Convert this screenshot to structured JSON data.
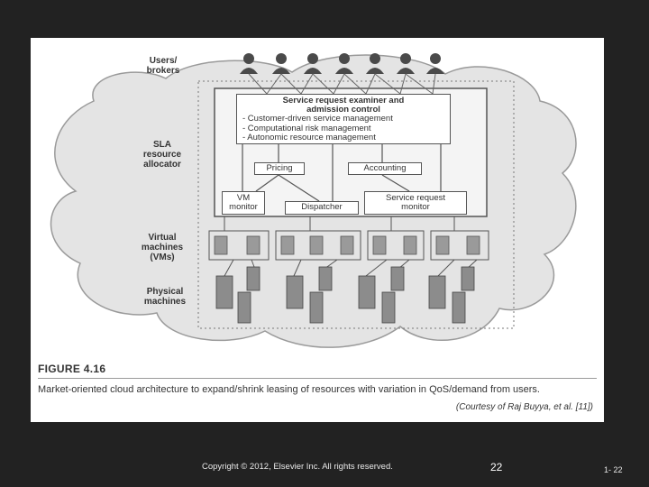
{
  "figure": {
    "labels": {
      "users": "Users/\nbrokers",
      "sla": "SLA\nresource\nallocator",
      "virtual": "Virtual\nmachines\n(VMs)",
      "physical": "Physical\nmachines"
    },
    "examiner": {
      "title": "Service request examiner and\nadmission control",
      "items": [
        "- Customer-driven service management",
        "- Computational risk management",
        "- Autonomic resource management"
      ]
    },
    "boxes": {
      "pricing": "Pricing",
      "accounting": "Accounting",
      "vm_monitor": "VM\nmonitor",
      "dispatcher": "Dispatcher",
      "service_monitor": "Service request\nmonitor"
    },
    "caption": {
      "title": "FIGURE 4.16",
      "text": "Market-oriented cloud architecture to expand/shrink leasing of resources with variation in QoS/demand from users.",
      "courtesy": "(Courtesy of Raj Buyya, et al. [11])"
    }
  },
  "footer": {
    "copyright": "Copyright © 2012, Elsevier Inc. All rights reserved.",
    "page": "22",
    "slide": "1- 22"
  }
}
